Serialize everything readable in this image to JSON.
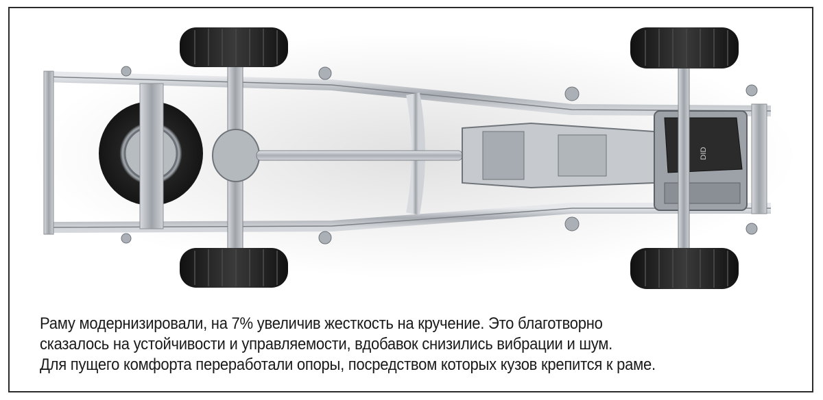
{
  "caption": {
    "lines": [
      "Раму модернизировали, на 7% увеличив жесткость на кручение. Это благотворно",
      "сказалось на устойчивости и управляемости, вдобавок снизились вибрации и шум.",
      "Для пущего комфорта переработали опоры, посредством которых кузов крепится к раме."
    ]
  },
  "engine_cover": {
    "badge": "DID"
  },
  "colors": {
    "frame_steel": "#b9bdc2",
    "tire": "#1e1e1e",
    "engine": "#2b2b2b",
    "border": "#2a2a2a"
  }
}
